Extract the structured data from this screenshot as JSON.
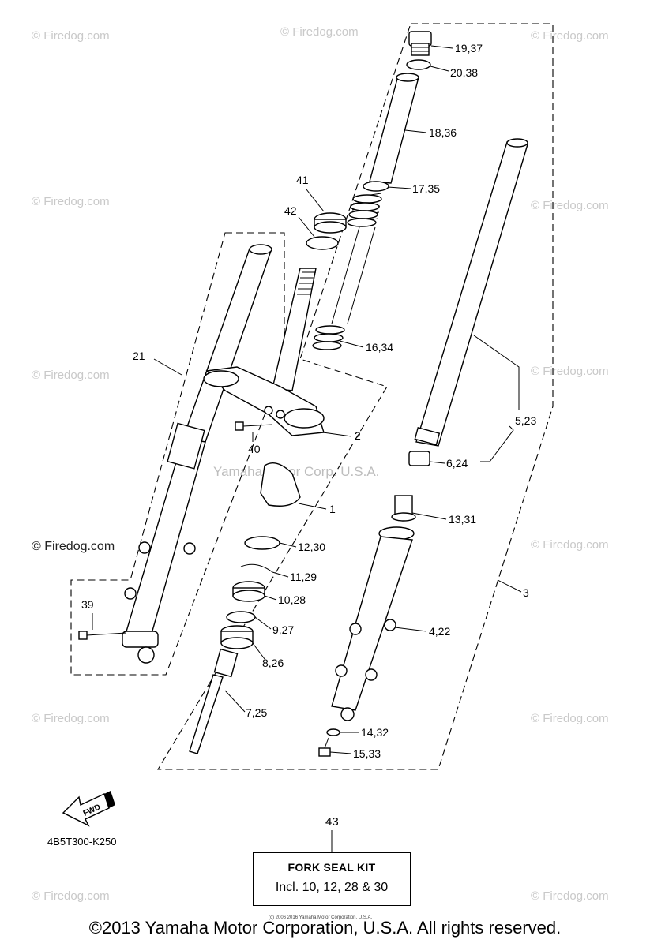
{
  "watermark": {
    "text": "© Firedog.com",
    "center_text": "Yamaha Motor Corp. U.S.A."
  },
  "callouts": [
    {
      "id": "19,37"
    },
    {
      "id": "20,38"
    },
    {
      "id": "18,36"
    },
    {
      "id": "17,35"
    },
    {
      "id": "41"
    },
    {
      "id": "42"
    },
    {
      "id": "16,34"
    },
    {
      "id": "21"
    },
    {
      "id": "5,23"
    },
    {
      "id": "2"
    },
    {
      "id": "40"
    },
    {
      "id": "6,24"
    },
    {
      "id": "1"
    },
    {
      "id": "13,31"
    },
    {
      "id": "12,30"
    },
    {
      "id": "11,29"
    },
    {
      "id": "39"
    },
    {
      "id": "10,28"
    },
    {
      "id": "3"
    },
    {
      "id": "4,22"
    },
    {
      "id": "9,27"
    },
    {
      "id": "8,26"
    },
    {
      "id": "7,25"
    },
    {
      "id": "14,32"
    },
    {
      "id": "15,33"
    }
  ],
  "fwd_label": "FWD",
  "figure_code": "4B5T300-K250",
  "kit": {
    "number": "43",
    "title": "FORK SEAL KIT",
    "contents": "Incl. 10, 12, 28 & 30"
  },
  "fine_print": "(c) 2006 2016 Yamaha Motor Corporation, U.S.A.",
  "copyright": "©2013 Yamaha Motor Corporation, U.S.A. All rights reserved."
}
